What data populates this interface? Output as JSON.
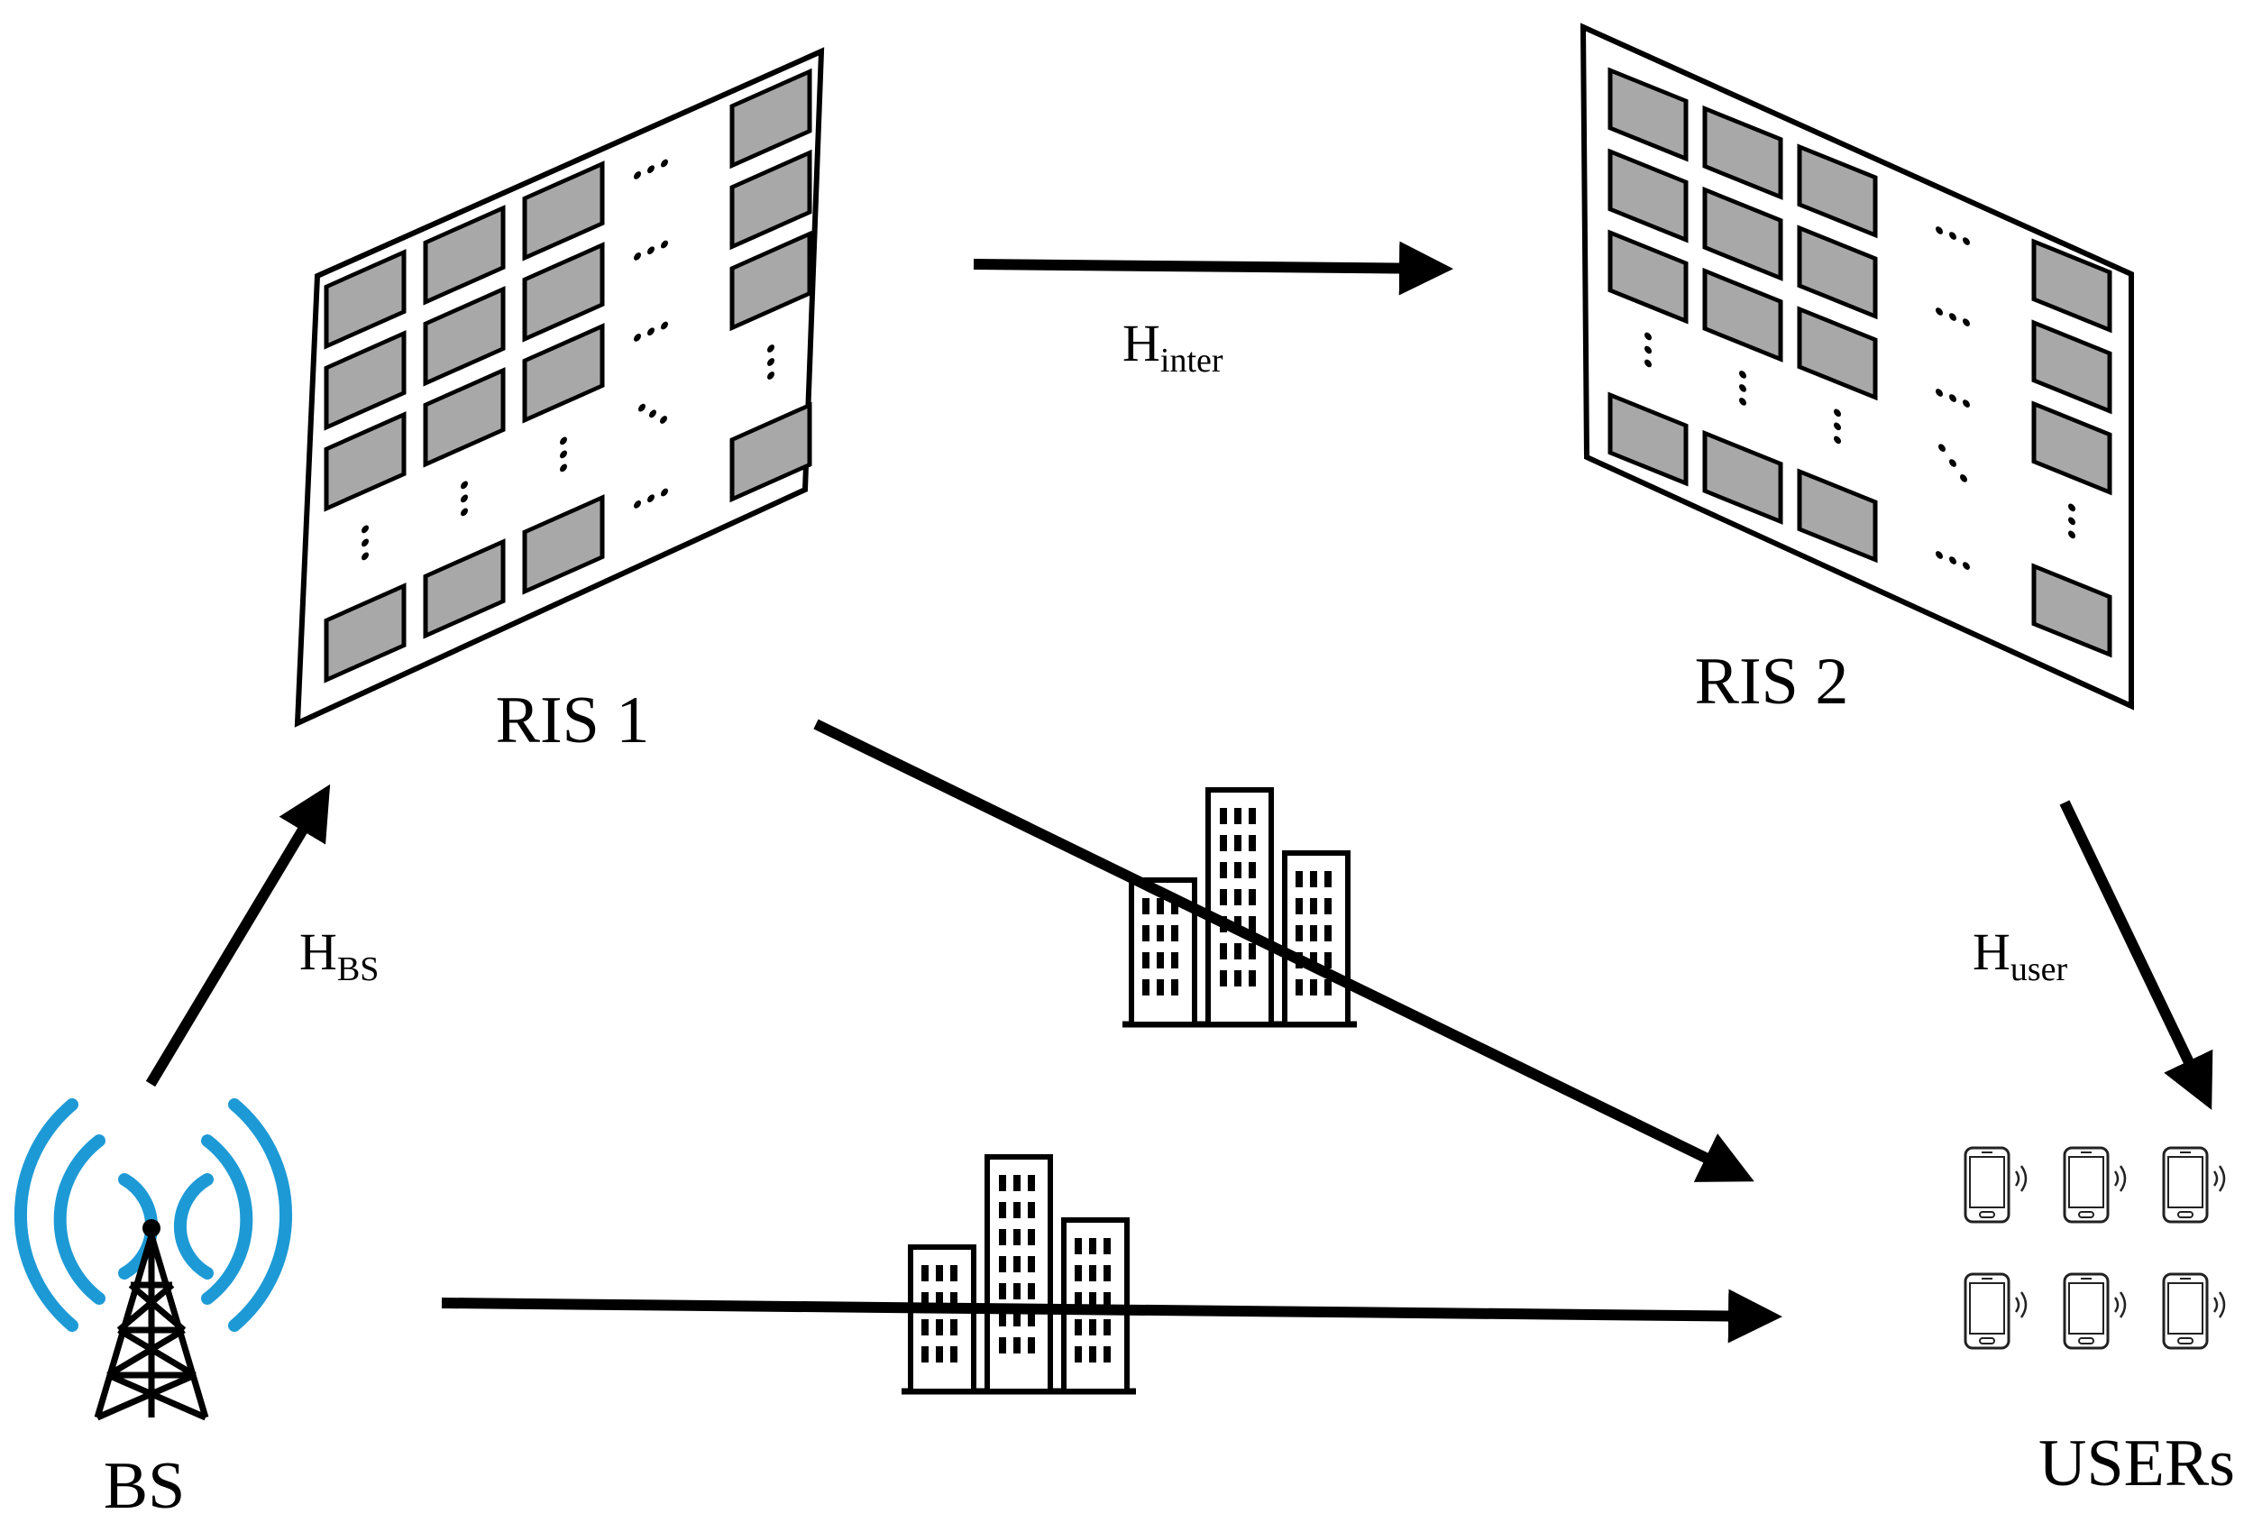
{
  "nodes": {
    "bs": {
      "label": "BS"
    },
    "ris1": {
      "label": "RIS 1"
    },
    "ris2": {
      "label": "RIS 2"
    },
    "users": {
      "label": "USERs"
    }
  },
  "channels": {
    "h_bs": {
      "main": "H",
      "sub": "BS"
    },
    "h_inter": {
      "main": "H",
      "sub": "inter"
    },
    "h_user": {
      "main": "H",
      "sub": "user"
    }
  },
  "icons": {
    "tower": "cell-tower-icon",
    "building": "building-icon",
    "phone": "smartphone-icon"
  },
  "colors": {
    "signal_blue": "#1d9ad6",
    "element_gray": "#a8a8a8",
    "line": "#000000"
  }
}
